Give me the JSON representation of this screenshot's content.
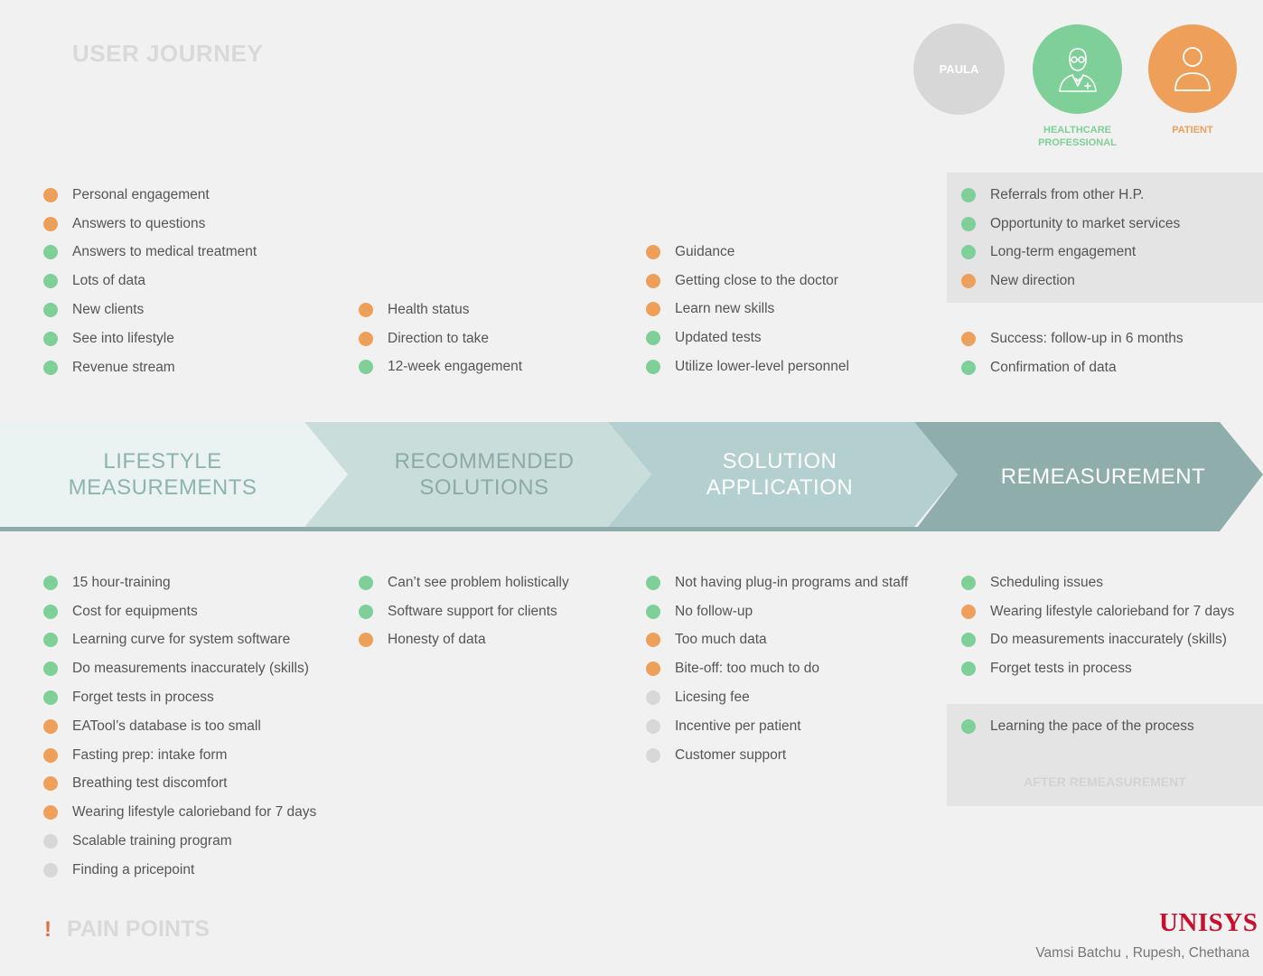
{
  "title": "USER JOURNEY",
  "personas": {
    "paula": "PAULA",
    "healthcare": "HEALTHCARE PROFESSIONAL",
    "patient": "PATIENT"
  },
  "colors": {
    "healthcare": "#7ecf98",
    "patient": "#eea05a",
    "neutral": "#d8d8d8"
  },
  "stages": [
    {
      "label": "LIFESTYLE MEASUREMENTS",
      "color": "#eaf3f2",
      "text_color": "#8fb3ae"
    },
    {
      "label": "RECOMMENDED SOLUTIONS",
      "color": "#c9dedb",
      "text_color": "#8aaba7"
    },
    {
      "label": "SOLUTION APPLICATION",
      "color": "#b3cfcf",
      "text_color": "#ffffff"
    },
    {
      "label": "REMEASUREMENT",
      "color": "#8faeab",
      "text_color": "#ffffff"
    }
  ],
  "gains": [
    {
      "items": [
        {
          "text": "Personal engagement",
          "color": "orange"
        },
        {
          "text": "Answers to questions",
          "color": "orange"
        },
        {
          "text": "Answers to medical treatment",
          "color": "green"
        },
        {
          "text": "Lots of data",
          "color": "green"
        },
        {
          "text": "New clients",
          "color": "green"
        },
        {
          "text": "See into lifestyle",
          "color": "green"
        },
        {
          "text": "Revenue stream",
          "color": "green"
        }
      ]
    },
    {
      "items": [
        {
          "text": "Health status",
          "color": "orange"
        },
        {
          "text": "Direction to take",
          "color": "orange"
        },
        {
          "text": "12-week engagement",
          "color": "green"
        }
      ]
    },
    {
      "items": [
        {
          "text": "Guidance",
          "color": "orange"
        },
        {
          "text": "Getting close to the doctor",
          "color": "orange"
        },
        {
          "text": "Learn new skills",
          "color": "orange"
        },
        {
          "text": "Updated tests",
          "color": "green"
        },
        {
          "text": "Utilize lower-level personnel",
          "color": "green"
        }
      ]
    },
    {
      "items": [
        {
          "text": "Referrals from other H.P.",
          "color": "green"
        },
        {
          "text": "Opportunity to market services",
          "color": "green"
        },
        {
          "text": "Long-term engagement",
          "color": "green"
        },
        {
          "text": "New direction",
          "color": "orange"
        }
      ]
    },
    {
      "items": [
        {
          "text": "Success: follow-up in 6 months",
          "color": "orange"
        },
        {
          "text": "Confirmation of data",
          "color": "green"
        }
      ]
    }
  ],
  "pains": [
    {
      "items": [
        {
          "text": "15 hour-training",
          "color": "green"
        },
        {
          "text": "Cost for equipments",
          "color": "green"
        },
        {
          "text": "Learning curve for system software",
          "color": "green"
        },
        {
          "text": "Do measurements inaccurately (skills)",
          "color": "green"
        },
        {
          "text": "Forget tests in process",
          "color": "green"
        },
        {
          "text": "EATool’s database is too small",
          "color": "orange"
        },
        {
          "text": "Fasting prep: intake form",
          "color": "orange"
        },
        {
          "text": "Breathing test discomfort",
          "color": "orange"
        },
        {
          "text": "Wearing lifestyle calorieband for 7 days",
          "color": "orange"
        },
        {
          "text": "Scalable training program",
          "color": "gray"
        },
        {
          "text": "Finding a pricepoint",
          "color": "gray"
        }
      ]
    },
    {
      "items": [
        {
          "text": "Can’t see problem holistically",
          "color": "green"
        },
        {
          "text": "Software support for clients",
          "color": "green"
        },
        {
          "text": "Honesty of data",
          "color": "orange"
        }
      ]
    },
    {
      "items": [
        {
          "text": "Not having plug-in programs and staff",
          "color": "green"
        },
        {
          "text": "No follow-up",
          "color": "green"
        },
        {
          "text": "Too much data",
          "color": "orange"
        },
        {
          "text": "Bite-off: too much to do",
          "color": "orange"
        },
        {
          "text": "Licesing fee",
          "color": "gray"
        },
        {
          "text": "Incentive per patient",
          "color": "gray"
        },
        {
          "text": "Customer support",
          "color": "gray"
        }
      ]
    },
    {
      "items": [
        {
          "text": "Scheduling issues",
          "color": "green"
        },
        {
          "text": "Wearing lifestyle calorieband for 7 days",
          "color": "orange"
        },
        {
          "text": "Do measurements inaccurately (skills)",
          "color": "green"
        },
        {
          "text": "Forget tests in process",
          "color": "green"
        }
      ]
    },
    {
      "items": [
        {
          "text": "Learning the pace of the process",
          "color": "green"
        }
      ]
    }
  ],
  "after_remeasurement": "AFTER REMEASUREMENT",
  "pain_points": {
    "mark": "!",
    "label": "PAIN POINTS"
  },
  "logo": "UNISYS",
  "credits": "Vamsi Batchu , Rupesh, Chethana"
}
